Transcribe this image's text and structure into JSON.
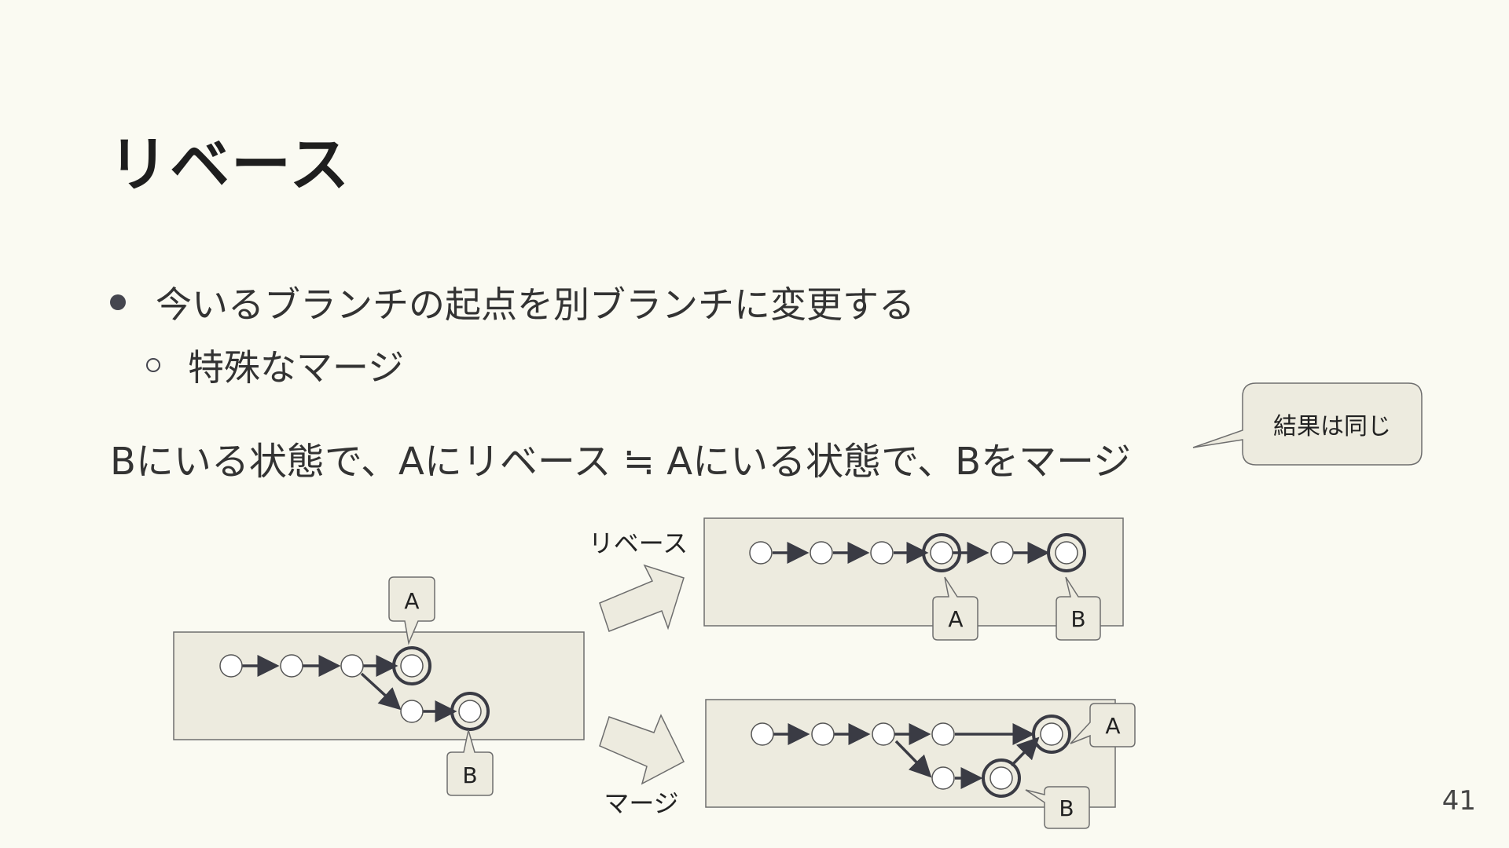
{
  "slide": {
    "title": "リベース",
    "bullets": [
      {
        "level": 1,
        "text": "今いるブランチの起点を別ブランチに変更する"
      },
      {
        "level": 2,
        "text": "特殊なマージ"
      }
    ],
    "statement": "Bにいる状態で、Aにリベース ≒ Aにいる状態で、Bをマージ",
    "callout": "結果は同じ",
    "page_number": "41"
  },
  "diagram": {
    "rebase_label": "リベース",
    "merge_label": "マージ",
    "branch_a_label": "A",
    "branch_b_label": "B",
    "panel_color": "#edebdf",
    "line_color": "#3a3b44"
  }
}
